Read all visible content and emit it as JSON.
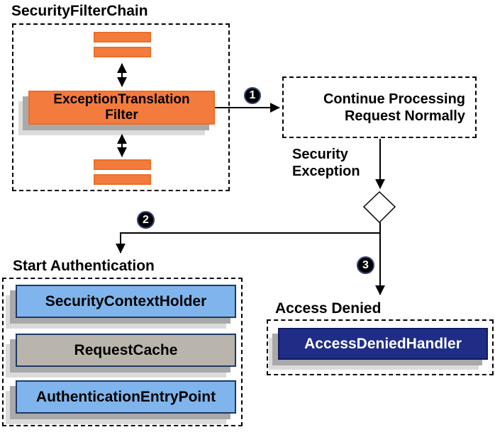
{
  "diagram": {
    "filter_chain": {
      "title": "SecurityFilterChain",
      "filter_label_line1": "ExceptionTranslation",
      "filter_label_line2": "Filter"
    },
    "continue_box": {
      "line1": "Continue Processing",
      "line2": "Request Normally"
    },
    "security_exception_label": {
      "line1": "Security",
      "line2": "Exception"
    },
    "steps": {
      "one": "1",
      "two": "2",
      "three": "3"
    },
    "start_authentication": {
      "title": "Start Authentication",
      "items": [
        {
          "label": "SecurityContextHolder",
          "color": "#7FB5EC"
        },
        {
          "label": "RequestCache",
          "color": "#B9B5AD"
        },
        {
          "label": "AuthenticationEntryPoint",
          "color": "#7FB5EC"
        }
      ]
    },
    "access_denied": {
      "title": "Access Denied",
      "handler_label": "AccessDeniedHandler",
      "handler_color": "#1F2D87"
    },
    "colors": {
      "orange_fill": "#F47B3E",
      "orange_border": "#ED6E28",
      "blue_fill": "#7FB5EC",
      "gray_fill": "#B9B5AD",
      "navy_fill": "#1F2D87",
      "box_border_navy": "#1F3864",
      "shadow_dark": "#A9A9A9",
      "shadow_light": "#DBDBDB"
    }
  }
}
